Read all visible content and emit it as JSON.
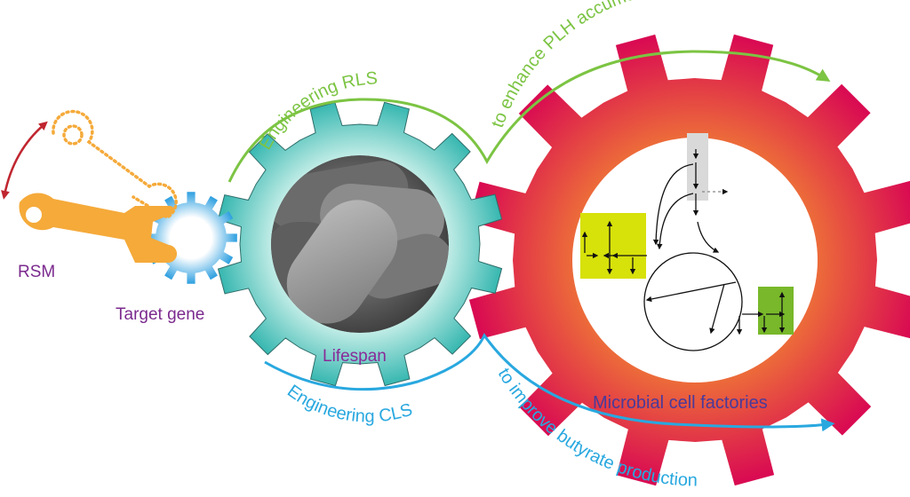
{
  "labels": {
    "rsm": "RSM",
    "target_gene": "Target gene",
    "lifespan": "Lifespan",
    "engineering_rls": "Engineering RLS",
    "engineering_cls": "Engineering CLS",
    "enhance_plh": "to enhance PLH accumulation",
    "improve_butyrate": "to improve butyrate production",
    "microbial_cell_factories": "Microbial cell factories"
  },
  "colors": {
    "wrench": "#f5aa3a",
    "swing_arrow": "#c0262f",
    "small_gear": "#3aa6e2",
    "teal_gear": "#3fbdb8",
    "red_gear_outer": "#d90b52",
    "red_gear_inner": "#ea5a3c",
    "green_arc": "#7cc443",
    "blue_arc": "#29a8df",
    "purple_text": "#7b2a8e",
    "indigo_text": "#4a3a9a",
    "yellow_box": "#d7e10a",
    "green_box": "#78b82a",
    "grey_box": "#d9d9d9"
  }
}
